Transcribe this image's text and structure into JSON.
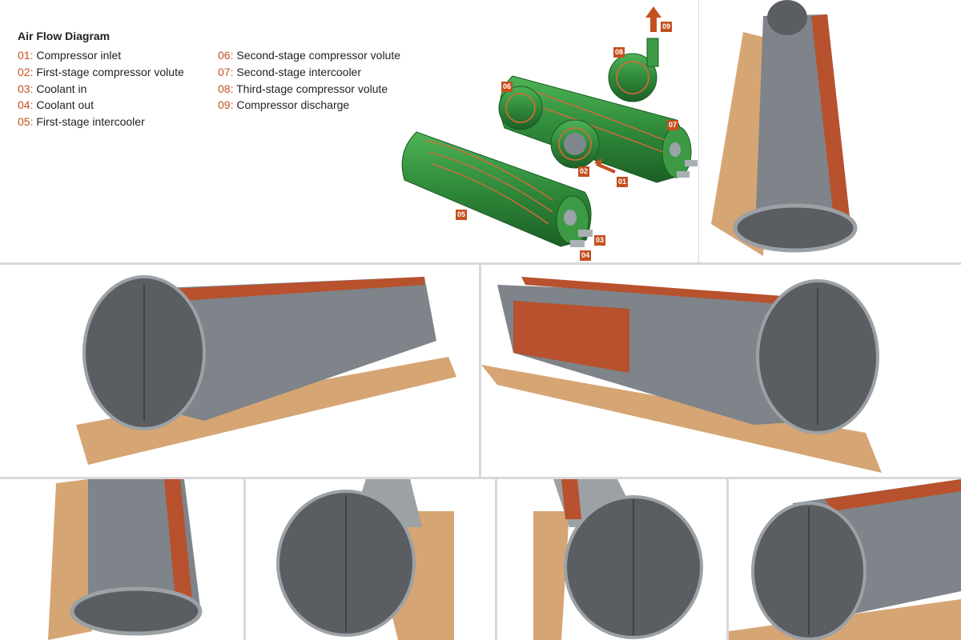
{
  "legend": {
    "title": "Air Flow Diagram",
    "items": [
      {
        "num": "01:",
        "text": "Compressor inlet"
      },
      {
        "num": "02:",
        "text": "First-stage compressor volute"
      },
      {
        "num": "03:",
        "text": "Coolant in"
      },
      {
        "num": "04:",
        "text": "Coolant out"
      },
      {
        "num": "05:",
        "text": "First-stage intercooler"
      },
      {
        "num": "06:",
        "text": "Second-stage compressor volute"
      },
      {
        "num": "07:",
        "text": "Second-stage intercooler"
      },
      {
        "num": "08:",
        "text": "Third-stage compressor volute"
      },
      {
        "num": "09:",
        "text": "Compressor discharge"
      }
    ]
  },
  "diagram_tags": {
    "t01": "01",
    "t02": "02",
    "t03": "03",
    "t04": "04",
    "t05": "05",
    "t06": "06",
    "t07": "07",
    "t08": "08",
    "t09": "09"
  },
  "colors": {
    "accent": "#c4501e",
    "housing_green": "#2f8a3a",
    "flange_gray": "#5a5e63",
    "core_copper": "#b8512d",
    "wood": "#d6a574"
  }
}
